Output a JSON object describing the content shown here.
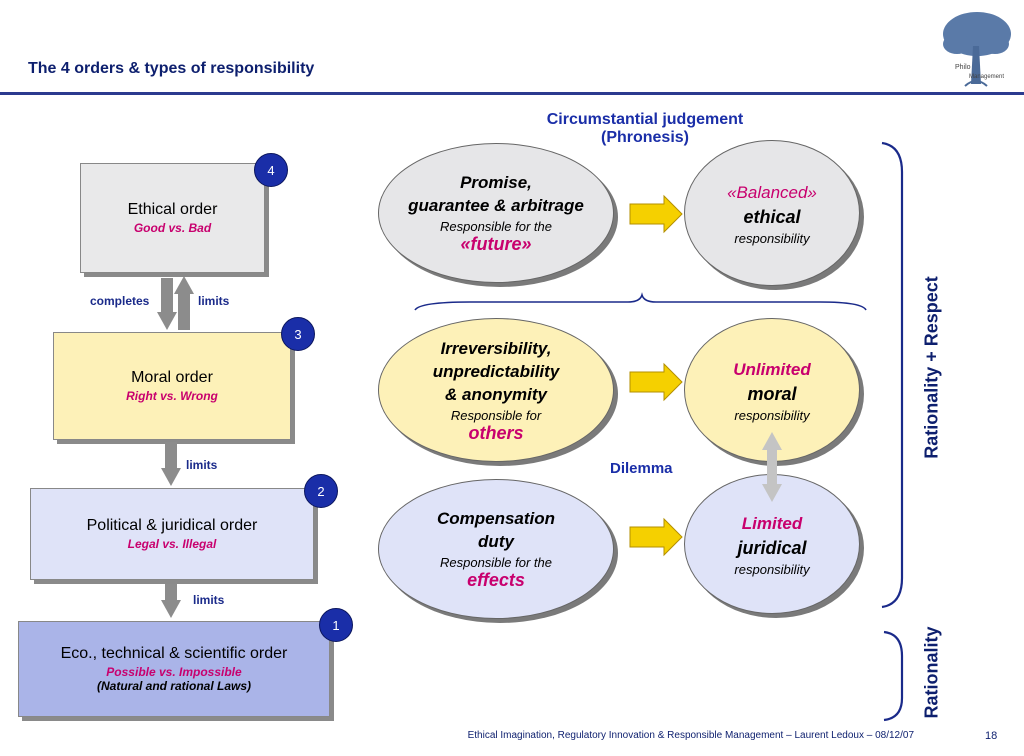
{
  "header": {
    "title": "The 4 orders & types of responsibility"
  },
  "logo": {
    "text_line1": "Philo",
    "text_line2": "Management"
  },
  "orders": [
    {
      "num": "4",
      "title": "Ethical order",
      "subtitle": "Good vs. Bad",
      "color": "#e9e9ea"
    },
    {
      "num": "3",
      "title": "Moral order",
      "subtitle": "Right vs. Wrong",
      "color": "#fdf1b8"
    },
    {
      "num": "2",
      "title": "Political & juridical order",
      "subtitle": "Legal vs. Illegal",
      "color": "#dfe3f8"
    },
    {
      "num": "1",
      "title": "Eco., technical & scientific order",
      "subtitle": "Possible vs. Impossible",
      "subtitle2": "(Natural and rational Laws)",
      "color": "#aab4e8"
    }
  ],
  "connectors": {
    "completes": "completes",
    "limits1": "limits",
    "limits2": "limits",
    "limits3": "limits"
  },
  "top_heading": {
    "line1": "Circumstantial judgement",
    "line2": "(Phronesis)"
  },
  "dilemma": "Dilemma",
  "rows": [
    {
      "left": {
        "head_l1": "Promise,",
        "head_l2": "guarantee & arbitrage",
        "sub": "Responsible for the",
        "key": "«future»"
      },
      "right": {
        "l1": "«Balanced»",
        "l2": "ethical",
        "l3": "responsibility"
      }
    },
    {
      "left": {
        "head_l1": "Irreversibility,",
        "head_l2": "unpredictability",
        "head_l3": "& anonymity",
        "sub": "Responsible for",
        "key": "others"
      },
      "right": {
        "l1": "Unlimited",
        "l2": "moral",
        "l3": "responsibility"
      }
    },
    {
      "left": {
        "head_l1": "Compensation",
        "head_l2": "duty",
        "sub": "Responsible for the",
        "key": "effects"
      },
      "right": {
        "l1": "Limited",
        "l2": "juridical",
        "l3": "responsibility"
      }
    }
  ],
  "side_labels": {
    "upper": "Rationality + Respect",
    "lower": "Rationality"
  },
  "footer": {
    "text": "Ethical Imagination, Regulatory Innovation & Responsible Management – Laurent Ledoux  –  08/12/07",
    "page": "18"
  },
  "colors": {
    "accent": "#1a2ea8",
    "magenta": "#c8006e",
    "arrow": "#f5d000"
  }
}
